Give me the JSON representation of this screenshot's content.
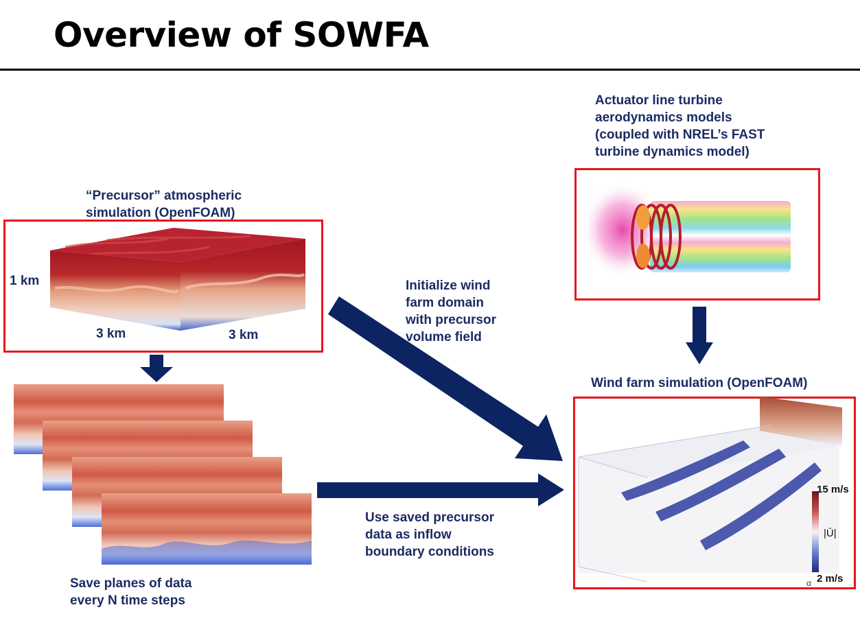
{
  "slide": {
    "title": "Overview of SOWFA"
  },
  "labels": {
    "precursor": "“Precursor” atmospheric\nsimulation (OpenFOAM)",
    "height": "1 km",
    "width_a": "3 km",
    "width_b": "3 km",
    "save_planes": "Save planes of data\nevery N time steps",
    "initialize": "Initialize wind\nfarm domain\nwith precursor\nvolume field",
    "use_saved": "Use saved precursor\ndata as inflow\nboundary conditions",
    "actuator": "Actuator line turbine\naerodynamics models\n(coupled with NREL’s FAST\nturbine dynamics model)",
    "wind_farm": "Wind farm simulation (OpenFOAM)"
  },
  "colorbar": {
    "max": "15 m/s",
    "min": "2 m/s",
    "quantity": "|Ū|",
    "alpha": "α"
  },
  "colors": {
    "accent_red": "#e8161b",
    "arrow_navy": "#0c2461",
    "label_navy": "#1b2b63"
  }
}
